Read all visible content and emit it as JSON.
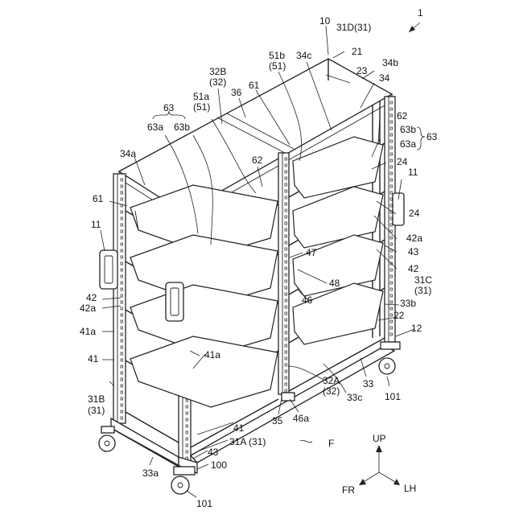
{
  "figure_number": "1",
  "labels": {
    "n10": "10",
    "n31D": "31D",
    "n31D_sub": "(31)",
    "n21": "21",
    "n32B": "32B",
    "n32B_sub": "(32)",
    "n51b": "51b",
    "n51b_sub": "(51)",
    "n34c": "34c",
    "n34b": "34b",
    "n23": "23",
    "n34": "34",
    "n36": "36",
    "n61_top": "61",
    "n51a": "51a",
    "n51a_sub": "(51)",
    "n63_left": "63",
    "n63a_left": "63a",
    "n63b_left": "63b",
    "n62_right": "62",
    "n63b_right": "63b",
    "n63_right": "63",
    "n63a_right": "63a",
    "n34a": "34a",
    "n62_mid": "62",
    "n24_a": "24",
    "n11_right": "11",
    "n24_b": "24",
    "n61_left": "61",
    "n11_left": "11",
    "n42a_right": "42a",
    "n47": "47",
    "n43_right": "43",
    "n42_right": "42",
    "n31C": "31C",
    "n31C_sub": "(31)",
    "n48": "48",
    "n42_left": "42",
    "n42a_left": "42a",
    "n46": "46",
    "n33b": "33b",
    "n22": "22",
    "n41a_left": "41a",
    "n12": "12",
    "n41_left": "41",
    "n41a_mid": "41a",
    "n32A": "32A",
    "n32A_sub": "(32)",
    "n33": "33",
    "n33c": "33c",
    "n101_right": "101",
    "n31B": "31B",
    "n31B_sub": "(31)",
    "n35": "35",
    "n46a": "46a",
    "n41_mid": "41",
    "n31A": "31A (31)",
    "n43_bottom": "43",
    "n100": "100",
    "n33a": "33a",
    "n101_bottom": "101",
    "F": "F"
  },
  "direction_indicator": {
    "up": "UP",
    "front": "FR",
    "left": "LH"
  }
}
